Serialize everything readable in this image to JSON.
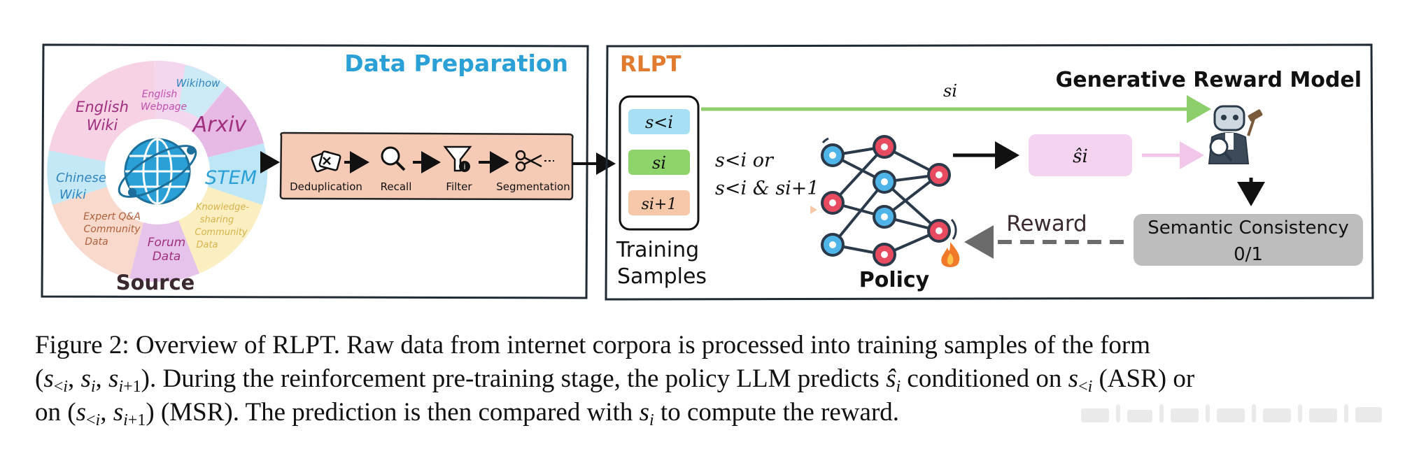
{
  "data_preparation": {
    "title": "Data Preparation",
    "source_label": "Source",
    "source_segments": {
      "english_wiki": [
        "English",
        "Wiki"
      ],
      "english_webpage": [
        "English",
        "Webpage"
      ],
      "wikihow": "Wikihow",
      "arxiv": "Arxiv",
      "stem": "STEM",
      "knowledge": [
        "Knowledge-",
        "sharing",
        "Community",
        "Data"
      ],
      "forum": [
        "Forum",
        "Data"
      ],
      "expert": [
        "Expert Q&A",
        "Community",
        "Data"
      ],
      "chinese_wiki": [
        "Chinese",
        "Wiki"
      ]
    },
    "steps": [
      "Deduplication",
      "Recall",
      "Filter",
      "Segmentation"
    ]
  },
  "rlpt": {
    "title": "RLPT",
    "samples": [
      "s<i",
      "si",
      "si+1"
    ],
    "training_samples_label": [
      "Training",
      "Samples"
    ],
    "input_text": [
      "s<i or",
      "s<i & si+1"
    ],
    "policy_label": "Policy",
    "generative_reward_model_label": "Generative Reward Model",
    "top_arrow_label": "si",
    "prediction_label": "ŝi",
    "semantic_consistency": [
      "Semantic Consistency",
      "0/1"
    ],
    "reward_label": "Reward"
  },
  "caption": {
    "prefix": "Figure 2:",
    "line1": "Overview of RLPT. Raw data from internet corpora is processed into training samples of the form",
    "line2": ". During the reinforcement pre-training stage, the policy LLM predicts",
    "line2b": "conditioned on",
    "line2c": "(ASR) or",
    "line3a": "on",
    "line3b": "(MSR). The prediction is then compared with",
    "line3c": "to compute the reward."
  },
  "colors": {
    "data_prep_title": "#2aa0d6",
    "rlpt_title": "#e07b2f",
    "green_arrow": "#8ccf6a",
    "pink_arrow": "#f1c6ea",
    "pipeline_box": "#f6cbb6",
    "prediction_box": "#f3d3f0",
    "consistency_box": "#bdbdbd"
  }
}
